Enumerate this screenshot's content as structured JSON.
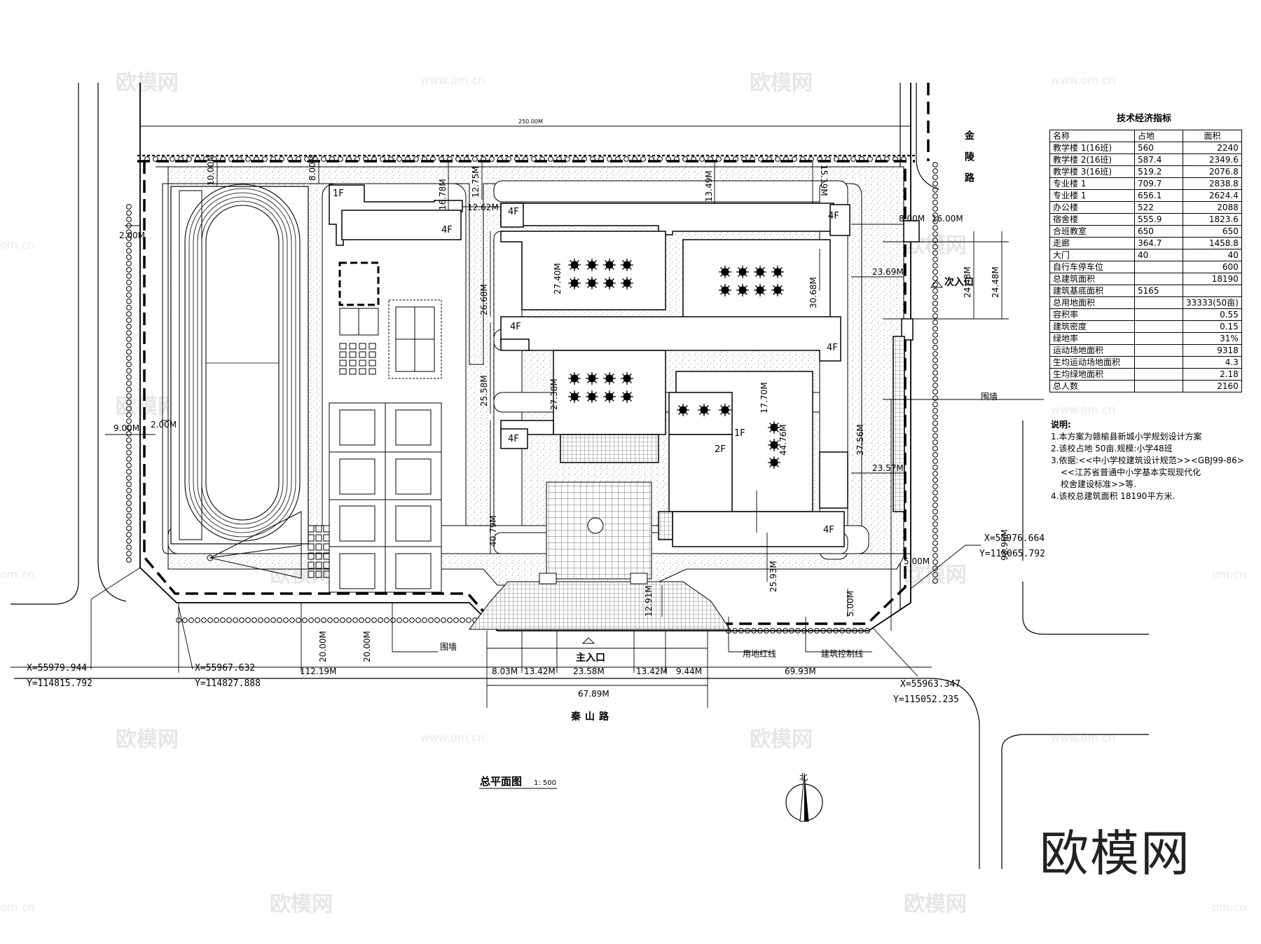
{
  "drawing_title": "总平面图",
  "drawing_scale": "1: 500",
  "north_label": "北",
  "roads": {
    "south": "秦山路",
    "east": "金陵路"
  },
  "entrances": {
    "main": "主入口",
    "secondary": "次入口"
  },
  "labels": {
    "wall_south": "围墙",
    "wall_east": "围墙",
    "red_line": "用地红线",
    "build_line": "建筑控制线"
  },
  "floors": [
    "1F",
    "4F",
    "4F",
    "4F",
    "4F",
    "4F",
    "4F",
    "4F",
    "1F",
    "2F"
  ],
  "dimensions": {
    "top_width": "250.00M",
    "d_10_00": "10.00M",
    "d_8_00": "8.00M",
    "d_16_78": "16.78M",
    "d_12_75": "12.75M",
    "d_12_62": "12.62M",
    "d_13_49": "13.49M",
    "d_15_19": "15.19M",
    "d_8_00b": "8.00M",
    "d_16_00": "16.00M",
    "d_26_68": "26.68M",
    "d_27_40": "27.40M",
    "d_30_68": "30.68M",
    "d_23_69": "23.69M",
    "d_24_48a": "24.48M",
    "d_24_48b": "24.48M",
    "d_25_58": "25.58M",
    "d_27_38": "27.38M",
    "d_17_70": "17.70M",
    "d_44_76": "44.76M",
    "d_37_56": "37.56M",
    "d_23_57": "23.57M",
    "d_98_96": "98.96M",
    "d_40_79": "40.79M",
    "d_25_93": "25.93M",
    "d_12_91": "12.91M",
    "d_5_00a": "5.00M",
    "d_5_00b": "5.00M",
    "d_2_00a": "2.00M",
    "d_2_00b": "2.00M",
    "d_9_00": "9.00M",
    "d_20_00a": "20.00M",
    "d_20_00b": "20.00M",
    "d_112_19": "112.19M",
    "d_8_03": "8.03M",
    "d_13_42a": "13.42M",
    "d_23_58": "23.58M",
    "d_13_42b": "13.42M",
    "d_9_44": "9.44M",
    "d_69_93": "69.93M",
    "d_67_89": "67.89M"
  },
  "coordinates": [
    {
      "x": "X=55979.944",
      "y": "Y=114815.792"
    },
    {
      "x": "X=55967.632",
      "y": "Y=114827.888"
    },
    {
      "x": "X=55963.347",
      "y": "Y=115052.235"
    },
    {
      "x": "X=55976.664",
      "y": "Y=115065.792"
    }
  ],
  "tech_table": {
    "title": "技术经济指标",
    "headers": [
      "名称",
      "占地",
      "面积"
    ],
    "rows": [
      [
        "教学楼 1(16班)",
        "560",
        "2240"
      ],
      [
        "教学楼 2(16班)",
        "587.4",
        "2349.6"
      ],
      [
        "教学楼 3(16班)",
        "519.2",
        "2076.8"
      ],
      [
        "专业楼 1",
        "709.7",
        "2838.8"
      ],
      [
        "专业楼 1",
        "656.1",
        "2624.4"
      ],
      [
        "办公楼",
        "522",
        "2088"
      ],
      [
        "宿舍楼",
        "555.9",
        "1823.6"
      ],
      [
        "合班教室",
        "650",
        "650"
      ],
      [
        "走廊",
        "364.7",
        "1458.8"
      ],
      [
        "大门",
        "40",
        "40"
      ],
      [
        "自行车停车位",
        "",
        "600"
      ],
      [
        "总建筑面积",
        "",
        "18190"
      ],
      [
        "建筑基底面积",
        "5165",
        ""
      ],
      [
        "总用地面积",
        "",
        "33333(50亩)"
      ],
      [
        "容积率",
        "",
        "0.55"
      ],
      [
        "建筑密度",
        "",
        "0.15"
      ],
      [
        "绿地率",
        "",
        "31%"
      ],
      [
        "运动场地面积",
        "",
        "9318"
      ],
      [
        "生均运动场地面积",
        "",
        "4.3"
      ],
      [
        "生均绿地面积",
        "",
        "2.18"
      ],
      [
        "总人数",
        "",
        "2160"
      ]
    ]
  },
  "notes": {
    "title": "说明:",
    "items": [
      "1.本方案为赣榆县新城小学规划设计方案",
      "2.该校占地 50亩.规模:小学48班",
      "3.依据:<<中小学校建筑设计规范>><GBJ99-86>",
      "<<江苏省普通中小学基本实现现代化",
      "校舍建设标准>>等.",
      "4.该校总建筑面积 18190平方米."
    ]
  },
  "watermarks": {
    "brand": "欧模网",
    "site": "www.om.cn",
    "site_short": "om.cn"
  },
  "logo": "欧模网"
}
